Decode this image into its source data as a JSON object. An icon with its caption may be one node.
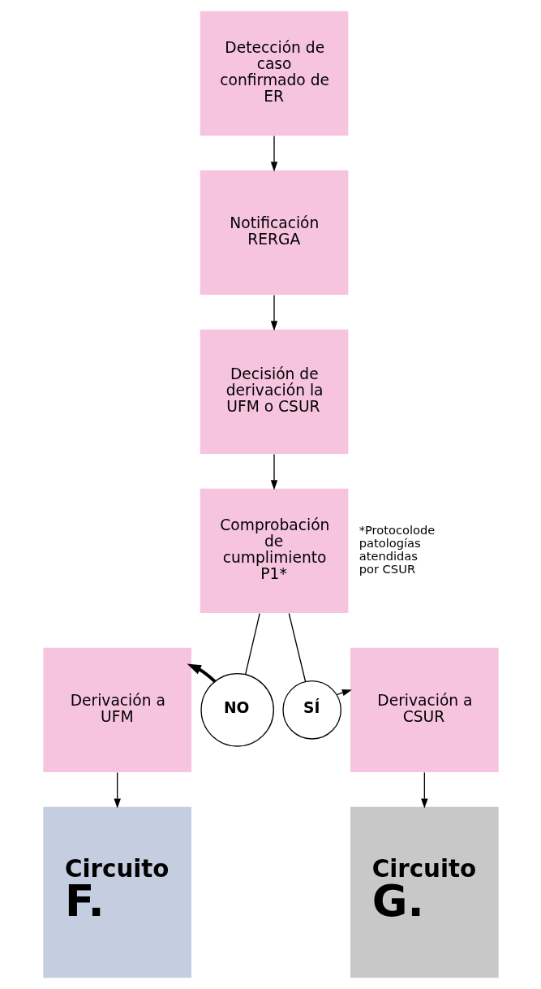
{
  "diagram": {
    "nodes": [
      {
        "text": [
          "Detección de caso confirmado de ER"
        ]
      },
      {
        "text": [
          "Notificación RERGA"
        ]
      },
      {
        "text": [
          "Decisión de derivación la UFM o CSUR"
        ]
      },
      {
        "text": [
          "Comprobación de cumplimiento P1*"
        ],
        "beside": [
          "*Protocolode patologías atendidas por CSUR"
        ]
      },
      {
        "text": [
          "NO"
        ]
      },
      {
        "text": [
          "SÍ"
        ]
      },
      {
        "text": [
          "Derivación a UFM"
        ]
      },
      {
        "text": [
          "Derivación a CSUR"
        ]
      },
      {
        "text": [
          "Circuito",
          "F."
        ]
      },
      {
        "text": [
          "Circuito",
          "G."
        ]
      }
    ],
    "edges": [
      {
        "from": 0,
        "to": 1,
        "arrow": "to"
      },
      {
        "from": 1,
        "to": 2,
        "arrow": "to"
      },
      {
        "from": 2,
        "to": 3,
        "arrow": "to"
      },
      {
        "from": 3,
        "to": 4,
        "arrow": "none"
      },
      {
        "from": 3,
        "to": 5,
        "arrow": "none"
      },
      {
        "from": 4,
        "to": 6,
        "arrow": "to",
        "style": "thick"
      },
      {
        "from": 5,
        "to": 7,
        "arrow": "to"
      },
      {
        "from": 6,
        "to": 8,
        "arrow": "to"
      },
      {
        "from": 7,
        "to": 9,
        "arrow": "to"
      }
    ]
  }
}
